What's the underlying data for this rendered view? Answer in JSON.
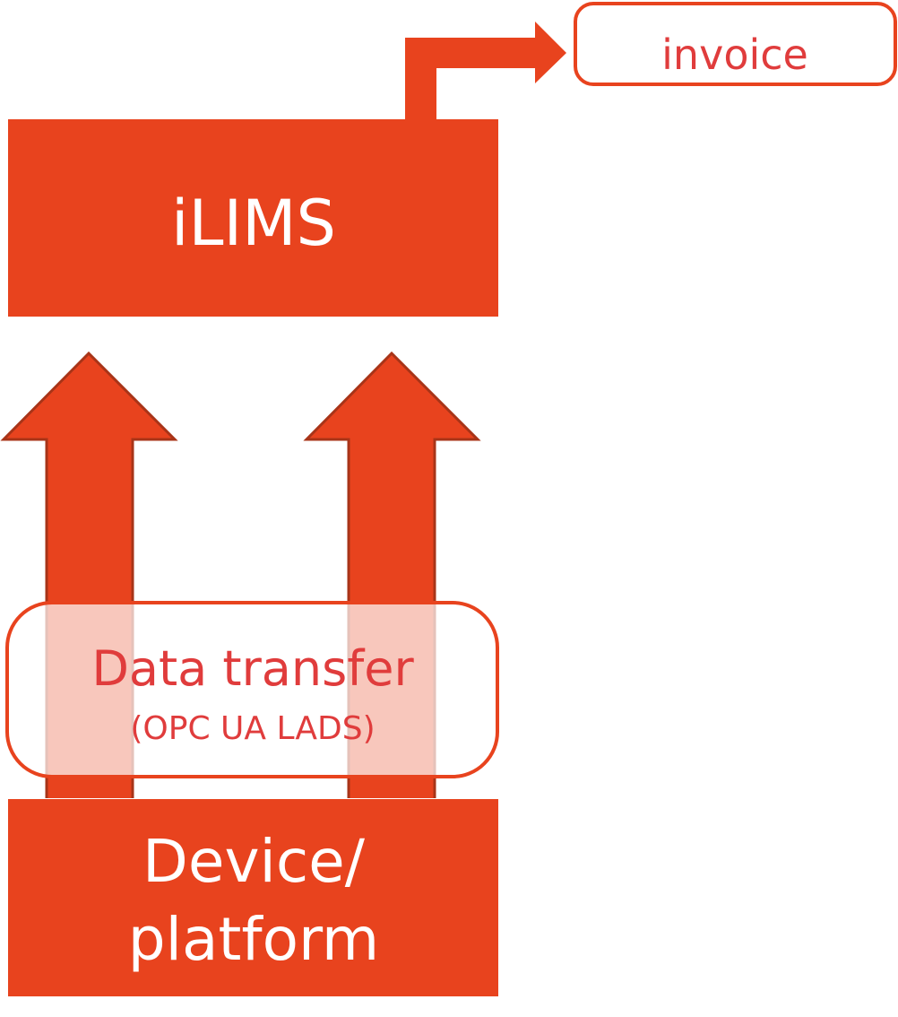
{
  "colors": {
    "primary": "#e8431e",
    "arrow_outline": "#a83418",
    "label_text": "#e03c3c",
    "box_text": "#ffffff"
  },
  "nodes": {
    "ilims": {
      "label": "iLIMS"
    },
    "invoice": {
      "label": "invoice"
    },
    "data_transfer": {
      "label": "Data transfer",
      "sublabel": "(OPC UA LADS)"
    },
    "device": {
      "label_line1": "Device/",
      "label_line2": "platform"
    }
  }
}
